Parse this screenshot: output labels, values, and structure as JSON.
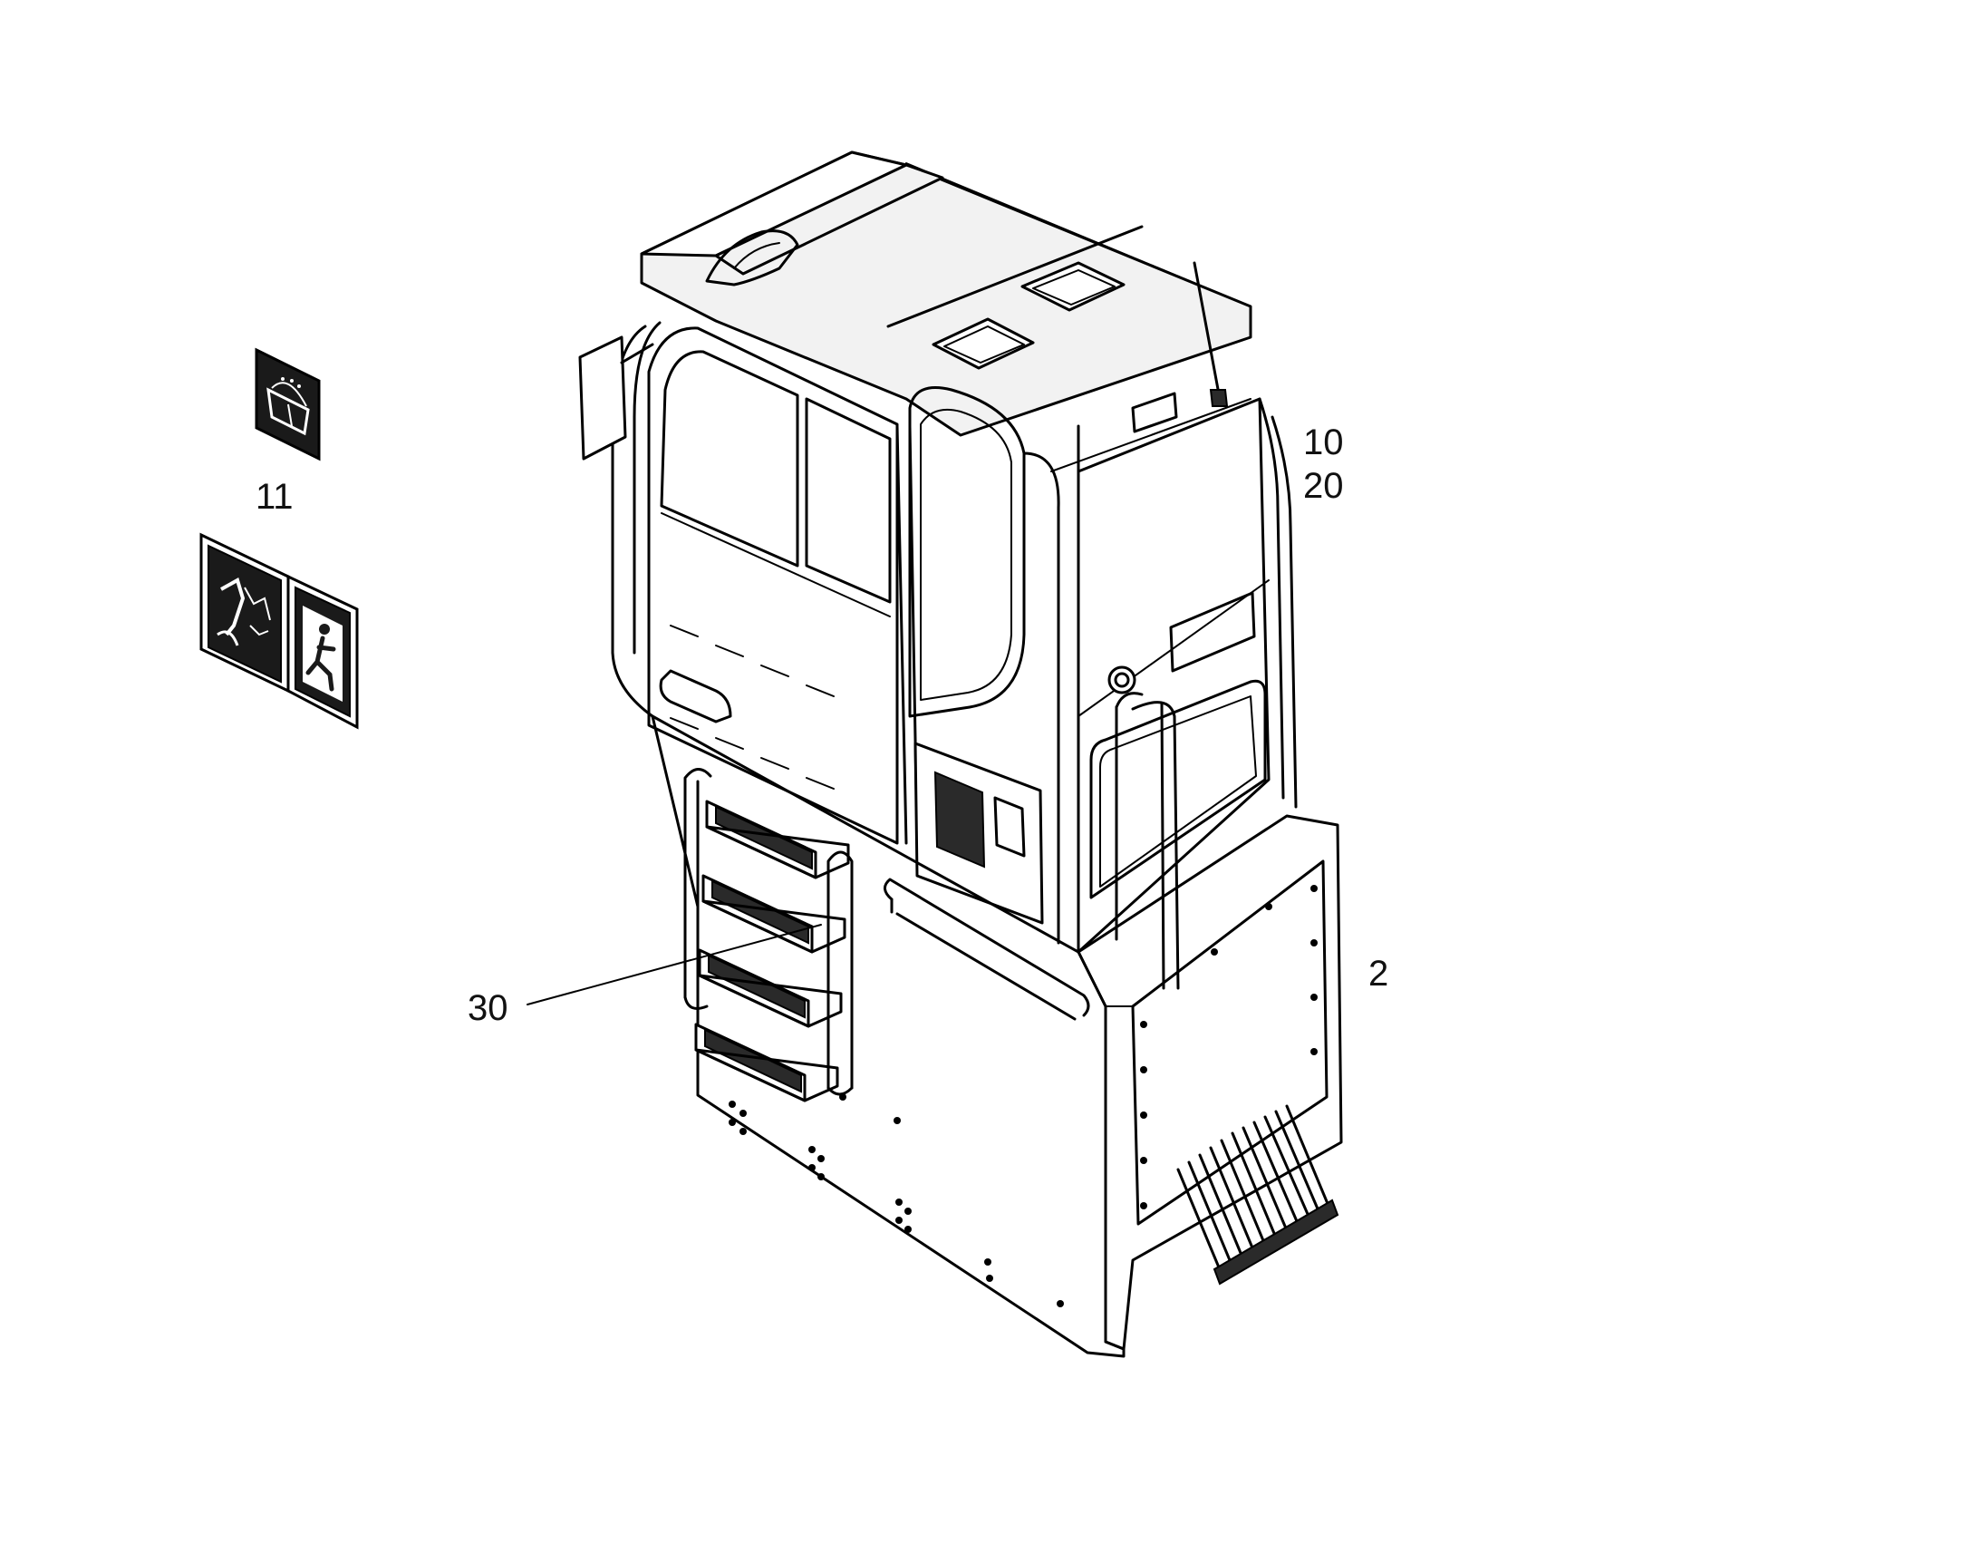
{
  "callouts": {
    "c11": "11",
    "c10": "10",
    "c20": "20",
    "c2": "2",
    "c30": "30"
  },
  "icons": [
    "windshield-washer-decal-icon",
    "hammer-glass-decal-icon",
    "emergency-exit-decal-icon"
  ],
  "colors": {
    "line": "#000000",
    "background": "#ffffff"
  }
}
